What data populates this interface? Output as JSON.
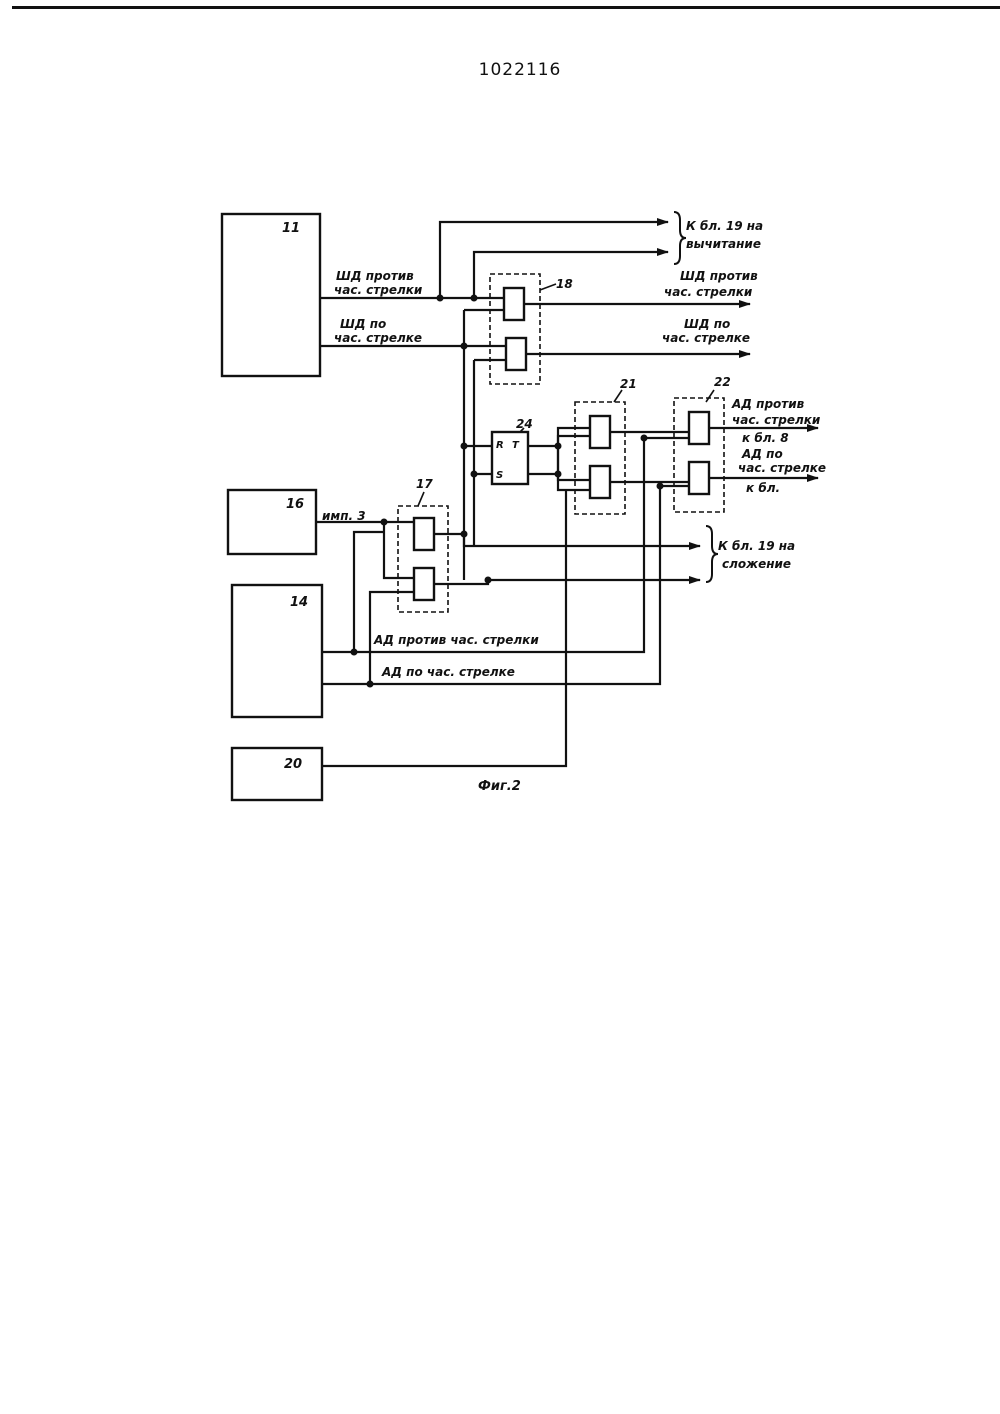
{
  "document": {
    "number": "1022116"
  },
  "blocks": {
    "b11_top": "11",
    "b16": "16",
    "b14": "14",
    "b20": "20",
    "b17": "17",
    "b18": "18",
    "b21": "21",
    "b22": "22",
    "b24": "24",
    "trigger_r": "R",
    "trigger_t": "T",
    "trigger_s": "S"
  },
  "signals": {
    "shd_ccw_1": "ШД против",
    "shd_ccw_2": "час. стрелки",
    "shd_cw_1": "ШД по",
    "shd_cw_2": "час. стрелке",
    "out_shd_ccw_1": "ШД против",
    "out_shd_ccw_2": "час. стрелки",
    "out_shd_cw_1": "ШД по",
    "out_shd_cw_2": "час. стрелке",
    "to_b19_sub_1": "К бл. 19 на",
    "to_b19_sub_2": "вычитание",
    "imp3": "имп. 3",
    "to_b19_add_1": "К бл. 19 на",
    "to_b19_add_2": "сложение",
    "ad_ccw_out_1": "АД против",
    "ad_ccw_out_2": "час. стрелки",
    "to_b8": "к бл. 8",
    "ad_cw_out_1": "АД по",
    "ad_cw_out_2": "час. стрелке",
    "to_bl": "к бл.",
    "ad_ccw": "АД против час. стрелки",
    "ad_cw": "АД по час. стрелке"
  },
  "caption": "Фиг.2"
}
